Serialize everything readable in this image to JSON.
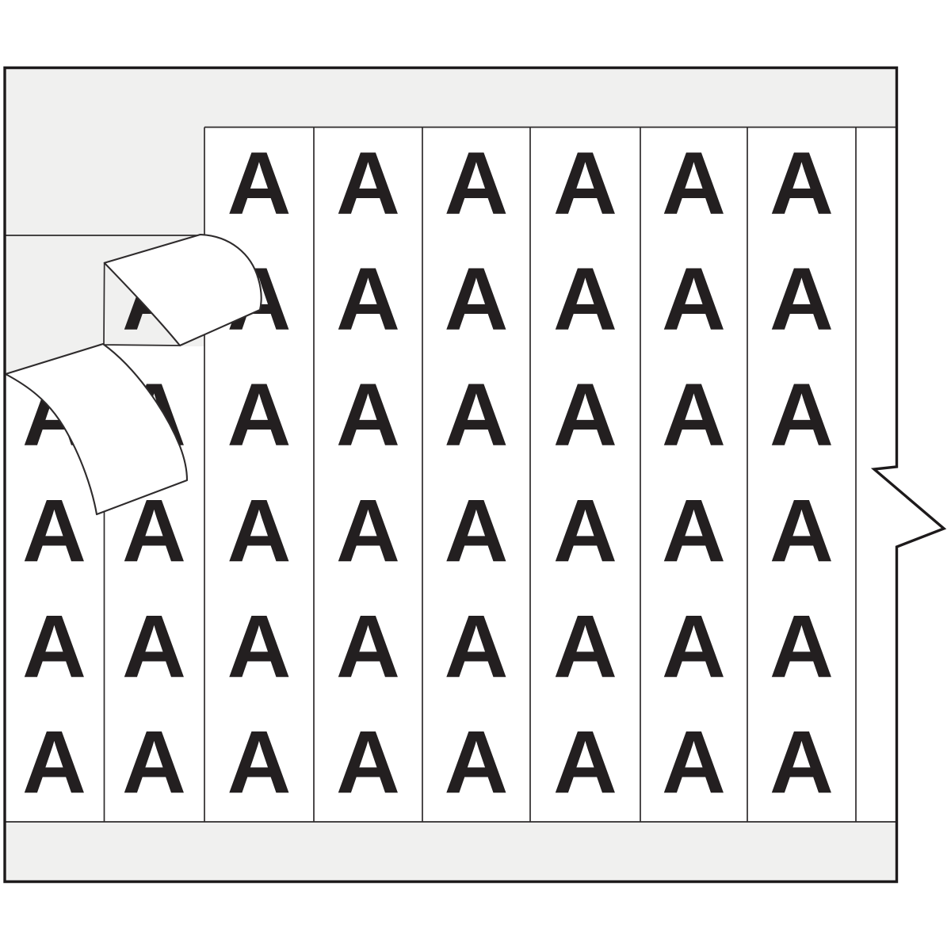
{
  "image": {
    "title": "Wire marker card with repeated letter labels, two labels peeling off",
    "kind": "label-card-illustration"
  },
  "card": {
    "marker_letter": "A",
    "rows_per_strip": 6,
    "strips": [
      {
        "id": "strip-1",
        "visible_letter_rows": [
          3,
          4,
          5,
          6
        ],
        "top_peeled": true
      },
      {
        "id": "strip-2",
        "visible_letter_rows": [
          2,
          3,
          4,
          5,
          6
        ],
        "top_peeled": true
      },
      {
        "id": "strip-3",
        "visible_letter_rows": [
          1,
          2,
          3,
          4,
          5,
          6
        ],
        "top_peeled": false
      },
      {
        "id": "strip-4",
        "visible_letter_rows": [
          1,
          2,
          3,
          4,
          5,
          6
        ],
        "top_peeled": false
      },
      {
        "id": "strip-5",
        "visible_letter_rows": [
          1,
          2,
          3,
          4,
          5,
          6
        ],
        "top_peeled": false
      },
      {
        "id": "strip-6",
        "visible_letter_rows": [
          1,
          2,
          3,
          4,
          5,
          6
        ],
        "top_peeled": false
      },
      {
        "id": "strip-7",
        "visible_letter_rows": [
          1,
          2,
          3,
          4,
          5,
          6
        ],
        "top_peeled": false
      },
      {
        "id": "strip-8",
        "visible_letter_rows": [
          1,
          2,
          3,
          4,
          5,
          6
        ],
        "top_peeled": false
      },
      {
        "id": "strip-9",
        "visible_letter_rows": [],
        "top_peeled": false
      }
    ],
    "peeling_labels_count": 2,
    "tear_notch_side": "right"
  },
  "colors": {
    "page_background": "#ffffff",
    "liner_gray": "#f0f0ef",
    "label_white": "#ffffff",
    "ink_black": "#231f20",
    "line_dark": "#2e2b2c",
    "border_dark": "#1d1a1b"
  }
}
